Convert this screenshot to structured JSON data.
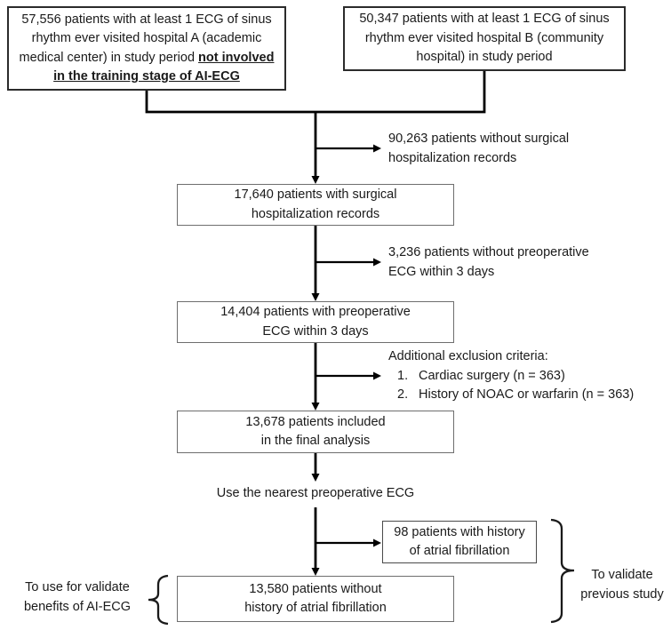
{
  "boxes": {
    "hospital_a": {
      "lines": [
        {
          "plain": "57,556 patients with at least 1 ECG of sinus"
        },
        {
          "plain": "rhythm ever visited hospital A (academic"
        },
        {
          "plain": "medical center) in study period ",
          "emph": "not involved"
        },
        {
          "emph": "in the training stage of AI-ECG"
        }
      ]
    },
    "hospital_b": {
      "lines": [
        "50,347 patients with at least 1 ECG of sinus",
        "rhythm ever visited hospital B (community",
        "hospital) in study period"
      ]
    },
    "surgical": {
      "lines": [
        "17,640 patients with surgical",
        "hospitalization records"
      ]
    },
    "preop": {
      "lines": [
        "14,404 patients with preoperative",
        "ECG within 3 days"
      ]
    },
    "final_analysis": {
      "lines": [
        "13,678 patients included",
        "in the final analysis"
      ]
    },
    "af_history": {
      "lines": [
        "98 patients with history",
        "of atrial fibrillation"
      ]
    },
    "no_af": {
      "lines": [
        "13,580 patients without",
        "history of atrial fibrillation"
      ]
    }
  },
  "exclusions": {
    "no_surgical": {
      "lines": [
        "90,263 patients without surgical",
        "hospitalization records"
      ]
    },
    "no_preop": {
      "lines": [
        "3,236 patients without preoperative",
        "ECG within 3 days"
      ]
    },
    "additional": {
      "title": "Additional exclusion criteria:",
      "items": [
        {
          "num": "1.",
          "text": "Cardiac surgery (n = 363)"
        },
        {
          "num": "2.",
          "text": "History of NOAC or warfarin (n = 363)"
        }
      ]
    }
  },
  "notes": {
    "nearest_ecg": "Use the nearest preoperative ECG",
    "left_label": {
      "lines": [
        "To use for validate",
        "benefits of AI-ECG"
      ]
    },
    "right_label": {
      "lines": [
        "To validate",
        "previous study"
      ]
    }
  },
  "colors": {
    "line": "#000000",
    "text": "#1a1a1a",
    "box_border_dark": "#2b2b2b",
    "box_border": "#6e6e6e",
    "background": "#ffffff"
  }
}
